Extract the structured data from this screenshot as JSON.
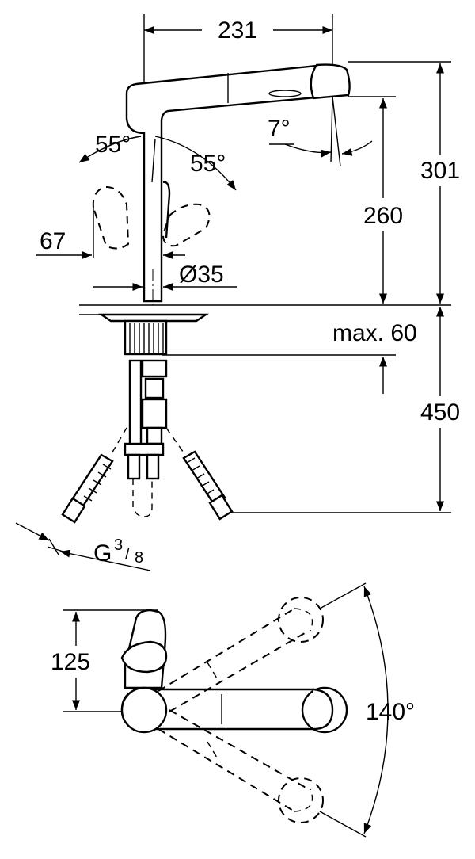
{
  "dimensions": {
    "reach": "231",
    "angle_left": "55°",
    "angle_right": "55°",
    "spray_tilt": "7°",
    "outlet_height": "260",
    "total_height": "301",
    "lever_offset": "67",
    "diameter": "Ø35",
    "deck_thickness": "max. 60",
    "hose_length": "450",
    "thread": "G",
    "thread_num": "3",
    "thread_den": "8",
    "swivel_offset": "125",
    "swivel_angle": "140°"
  }
}
